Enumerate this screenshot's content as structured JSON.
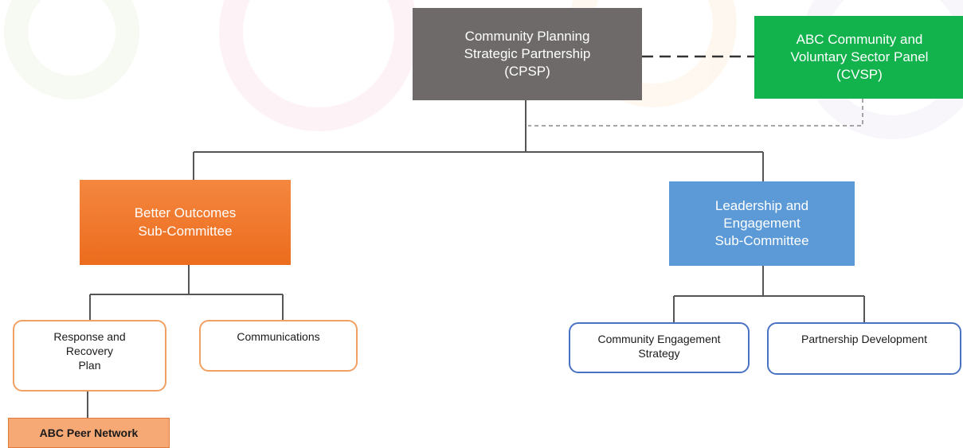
{
  "diagram": {
    "nodes": {
      "cpsp": {
        "lines": [
          "Community Planning",
          "Strategic Partnership",
          "(CPSP)"
        ]
      },
      "cvsp": {
        "lines": [
          "ABC Community and",
          "Voluntary Sector Panel",
          "(CVSP)"
        ]
      },
      "better_outcomes": {
        "lines": [
          "Better Outcomes",
          "Sub-Committee"
        ]
      },
      "leadership": {
        "lines": [
          "Leadership and",
          "Engagement",
          "Sub-Committee"
        ]
      },
      "response": {
        "lines": [
          "Response and",
          "Recovery",
          "Plan"
        ]
      },
      "communications": {
        "lines": [
          "Communications"
        ]
      },
      "engagement_strategy": {
        "lines": [
          "Community Engagement",
          "Strategy"
        ]
      },
      "partnership_dev": {
        "lines": [
          "Partnership Development"
        ]
      },
      "peer_network": {
        "lines": [
          "ABC Peer Network"
        ]
      }
    },
    "colors": {
      "cpsp": "#6e6a69",
      "cvsp": "#12b24c",
      "better_outcomes": "#ec6c1d",
      "leadership": "#5b9ad6",
      "orange_outline": "#f0a062",
      "blue_outline": "#4a72c4",
      "peer_fill": "#f6a875",
      "connector": "#555555"
    }
  }
}
